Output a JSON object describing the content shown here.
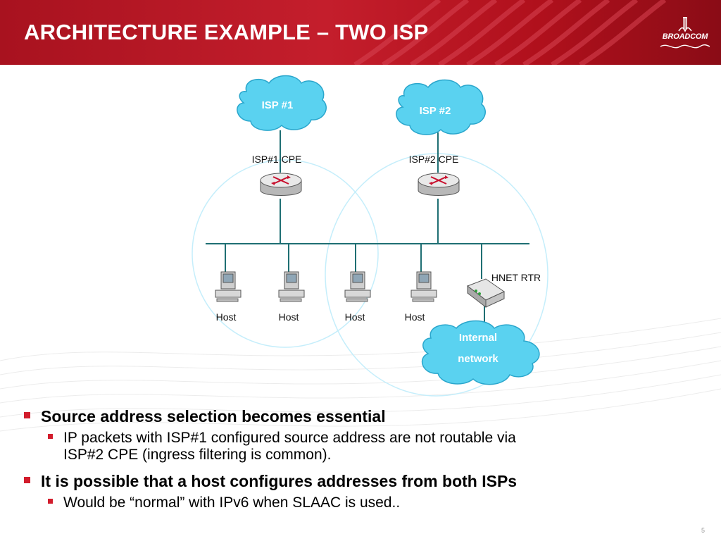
{
  "slide": {
    "title": "ARCHITECTURE EXAMPLE – TWO ISP",
    "logo_text": "BROADCOM",
    "page_number": "5"
  },
  "diagram": {
    "isp1_cloud": "ISP #1",
    "isp2_cloud": "ISP #2",
    "isp1_cpe": "ISP#1 CPE",
    "isp2_cpe": "ISP#2 CPE",
    "hnet_rtr": "HNET RTR",
    "hosts": [
      "Host",
      "Host",
      "Host",
      "Host"
    ],
    "internal_line1": "Internal",
    "internal_line2": "network"
  },
  "bullets": [
    {
      "text": "Source address selection becomes essential",
      "sub": [
        {
          "line1": "IP packets with ISP#1 configured source address are not routable via",
          "line2": "ISP#2 CPE (ingress filtering is common)."
        }
      ]
    },
    {
      "text": "It is possible that a host configures addresses from both ISPs",
      "sub": [
        {
          "line1": "Would be “normal” with IPv6 when SLAAC is used..",
          "line2": ""
        }
      ]
    }
  ],
  "colors": {
    "header_red": "#c41e2c",
    "cloud_fill": "#5ad2f0",
    "bullet_red": "#d21c2c",
    "circle_stroke": "#bfeefc"
  }
}
